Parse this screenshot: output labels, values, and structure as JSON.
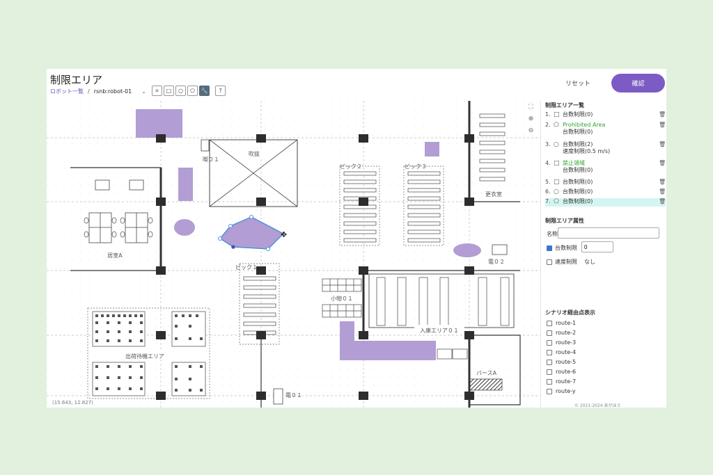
{
  "header": {
    "title": "制限エリア",
    "breadcrumb_link": "ロボット一覧",
    "breadcrumb_sep": "/",
    "robot_select": "rsnb:robot-01",
    "reset_label": "リセット",
    "confirm_label": "確認",
    "help_label": "?"
  },
  "map": {
    "coordinates": "(15.643, 12.827)",
    "rooms": {
      "fukinuke": "吹抜",
      "kitchen": "喫０１",
      "kyoshitsu": "居室A",
      "pick1": "ピック１",
      "pick2": "ピック２",
      "pick3": "ピック３",
      "kotsuitei": "更衣室",
      "den02": "電０２",
      "komono": "小物０１",
      "nyuko": "入庫エリア０１",
      "shukka": "出荷待機エリア",
      "den01": "電０１",
      "berth": "バースA"
    },
    "accent_color": "#b29dd4",
    "polygon_stroke": "#4a90d9"
  },
  "panel": {
    "list_heading": "制限エリア一覧",
    "areas": [
      {
        "num": "1.",
        "shape": "square-icon",
        "name": "",
        "lines": [
          "台数制限(0)"
        ]
      },
      {
        "num": "2.",
        "shape": "pentagon-icon",
        "name": "Prohibited Area",
        "lines": [
          "台数制限(0)"
        ]
      },
      {
        "num": "3.",
        "shape": "circle-icon",
        "name": "",
        "lines": [
          "台数制限(2)",
          "速度制限(0.5 m/s)"
        ]
      },
      {
        "num": "4.",
        "shape": "square-icon",
        "name": "禁止領域",
        "lines": [
          "台数制限(0)"
        ]
      },
      {
        "num": "5.",
        "shape": "square-icon",
        "name": "",
        "lines": [
          "台数制限(0)"
        ]
      },
      {
        "num": "6.",
        "shape": "circle-icon",
        "name": "",
        "lines": [
          "台数制限(0)"
        ]
      },
      {
        "num": "7.",
        "shape": "pentagon-icon",
        "name": "",
        "lines": [
          "台数制限(0)"
        ]
      }
    ],
    "props_heading": "制限エリア属性",
    "name_label": "名称",
    "name_value": "",
    "count_limit_label": "台数制限",
    "count_limit_value": "0",
    "speed_limit_label": "速度制限",
    "speed_limit_value": "なし",
    "routes_heading": "シナリオ経由点表示",
    "routes": [
      "route-1",
      "route-2",
      "route-3",
      "route-4",
      "route-5",
      "route-6",
      "route-7",
      "route-y"
    ],
    "copyright": "©  2021-2024 あがほさ"
  }
}
